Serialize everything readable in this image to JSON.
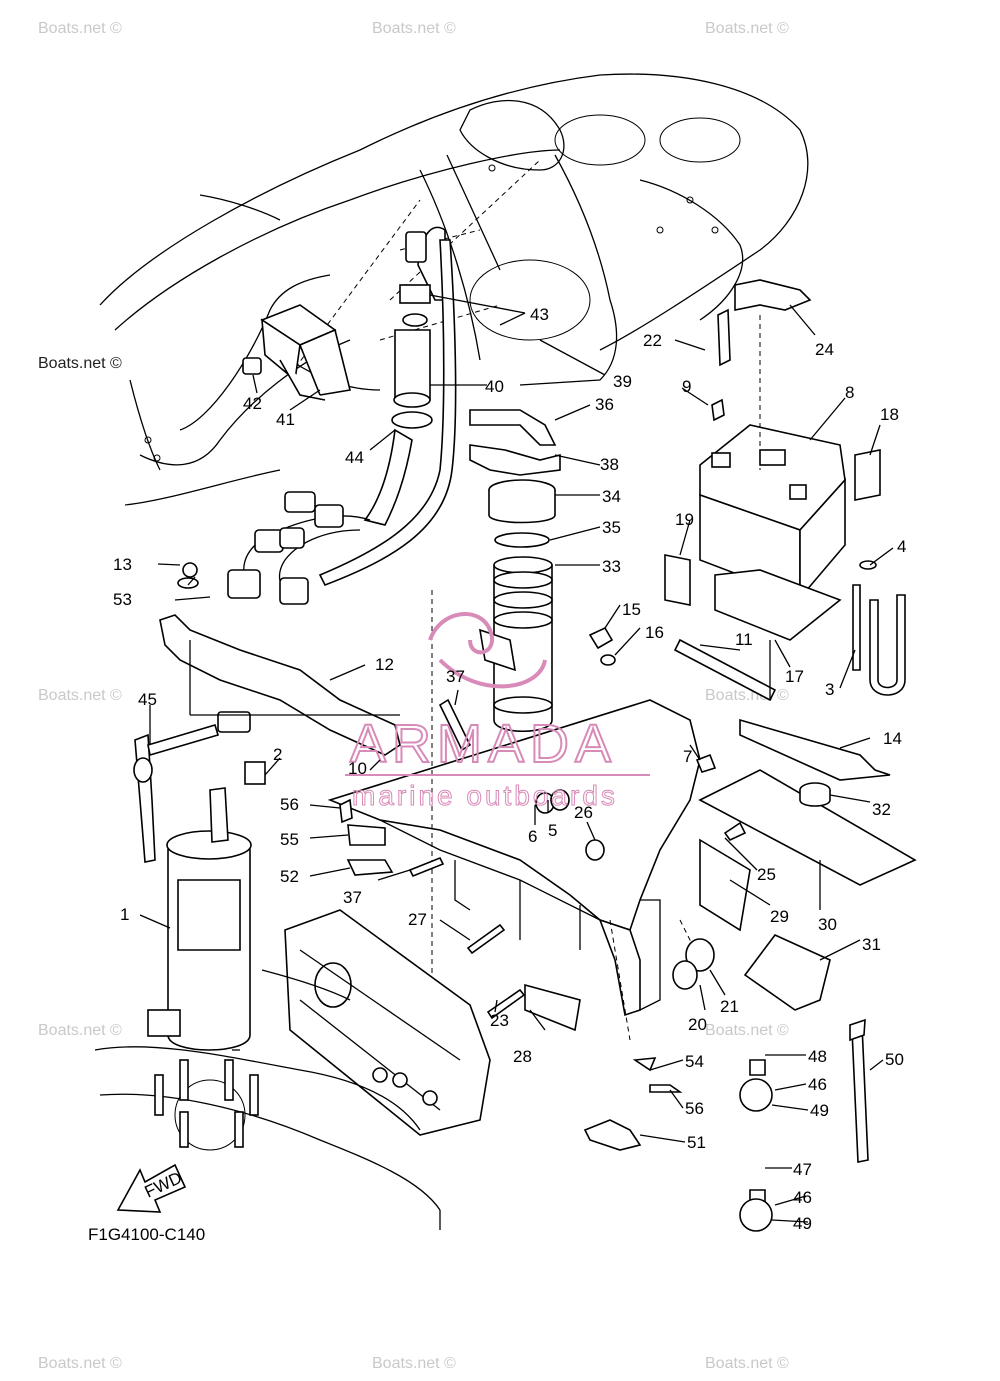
{
  "diagram": {
    "code": "F1G4100-C140",
    "fwd_label": "FWD",
    "logo": {
      "name": "ARMADA",
      "tagline": "marine outboards",
      "color": "#d88ab8"
    },
    "watermark": "Boats.net ©",
    "callouts": [
      "1",
      "2",
      "3",
      "4",
      "5",
      "6",
      "7",
      "8",
      "9",
      "10",
      "11",
      "12",
      "13",
      "14",
      "15",
      "16",
      "17",
      "18",
      "19",
      "20",
      "21",
      "22",
      "23",
      "24",
      "25",
      "26",
      "27",
      "28",
      "29",
      "30",
      "31",
      "32",
      "33",
      "34",
      "35",
      "36",
      "37",
      "37",
      "38",
      "39",
      "40",
      "41",
      "42",
      "43",
      "44",
      "45",
      "46",
      "46",
      "47",
      "48",
      "49",
      "49",
      "50",
      "51",
      "52",
      "53",
      "54",
      "55",
      "56",
      "56"
    ]
  }
}
